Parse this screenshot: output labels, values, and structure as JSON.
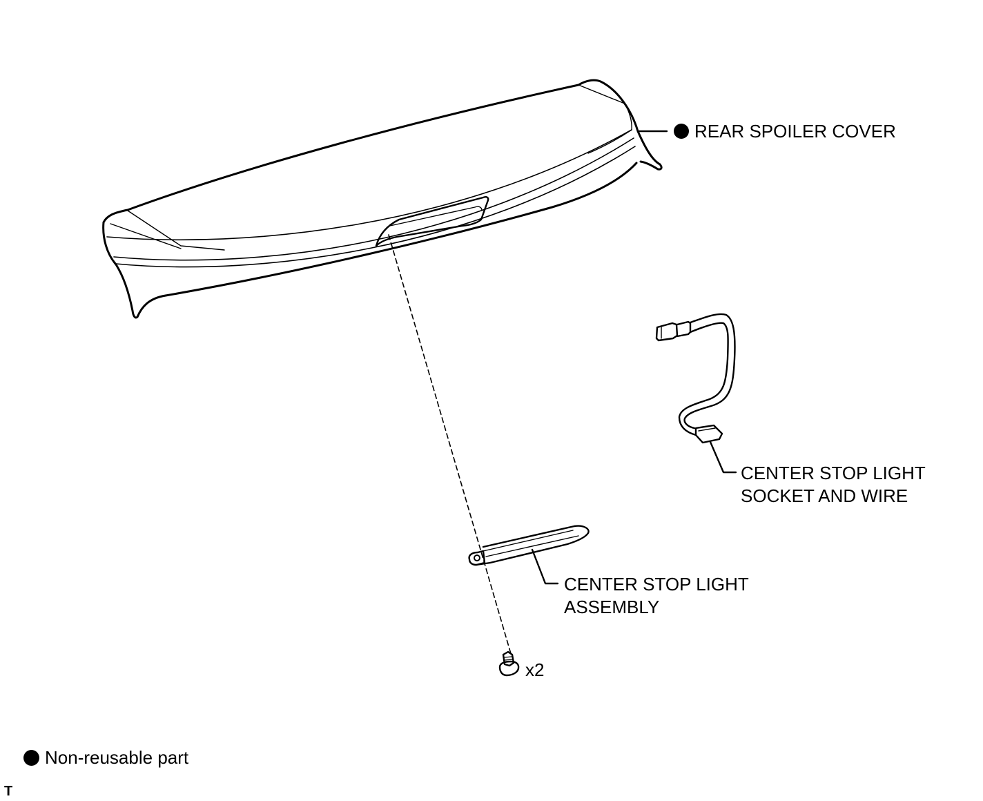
{
  "parts": {
    "rear_spoiler_cover": "REAR SPOILER COVER",
    "socket_and_wire": [
      "CENTER STOP LIGHT",
      "SOCKET AND WIRE"
    ],
    "stop_light_assembly": [
      "CENTER STOP LIGHT",
      "ASSEMBLY"
    ],
    "screw_quantity": "x2"
  },
  "legend": {
    "non_reusable": "Non-reusable part"
  },
  "corner_mark": "T"
}
